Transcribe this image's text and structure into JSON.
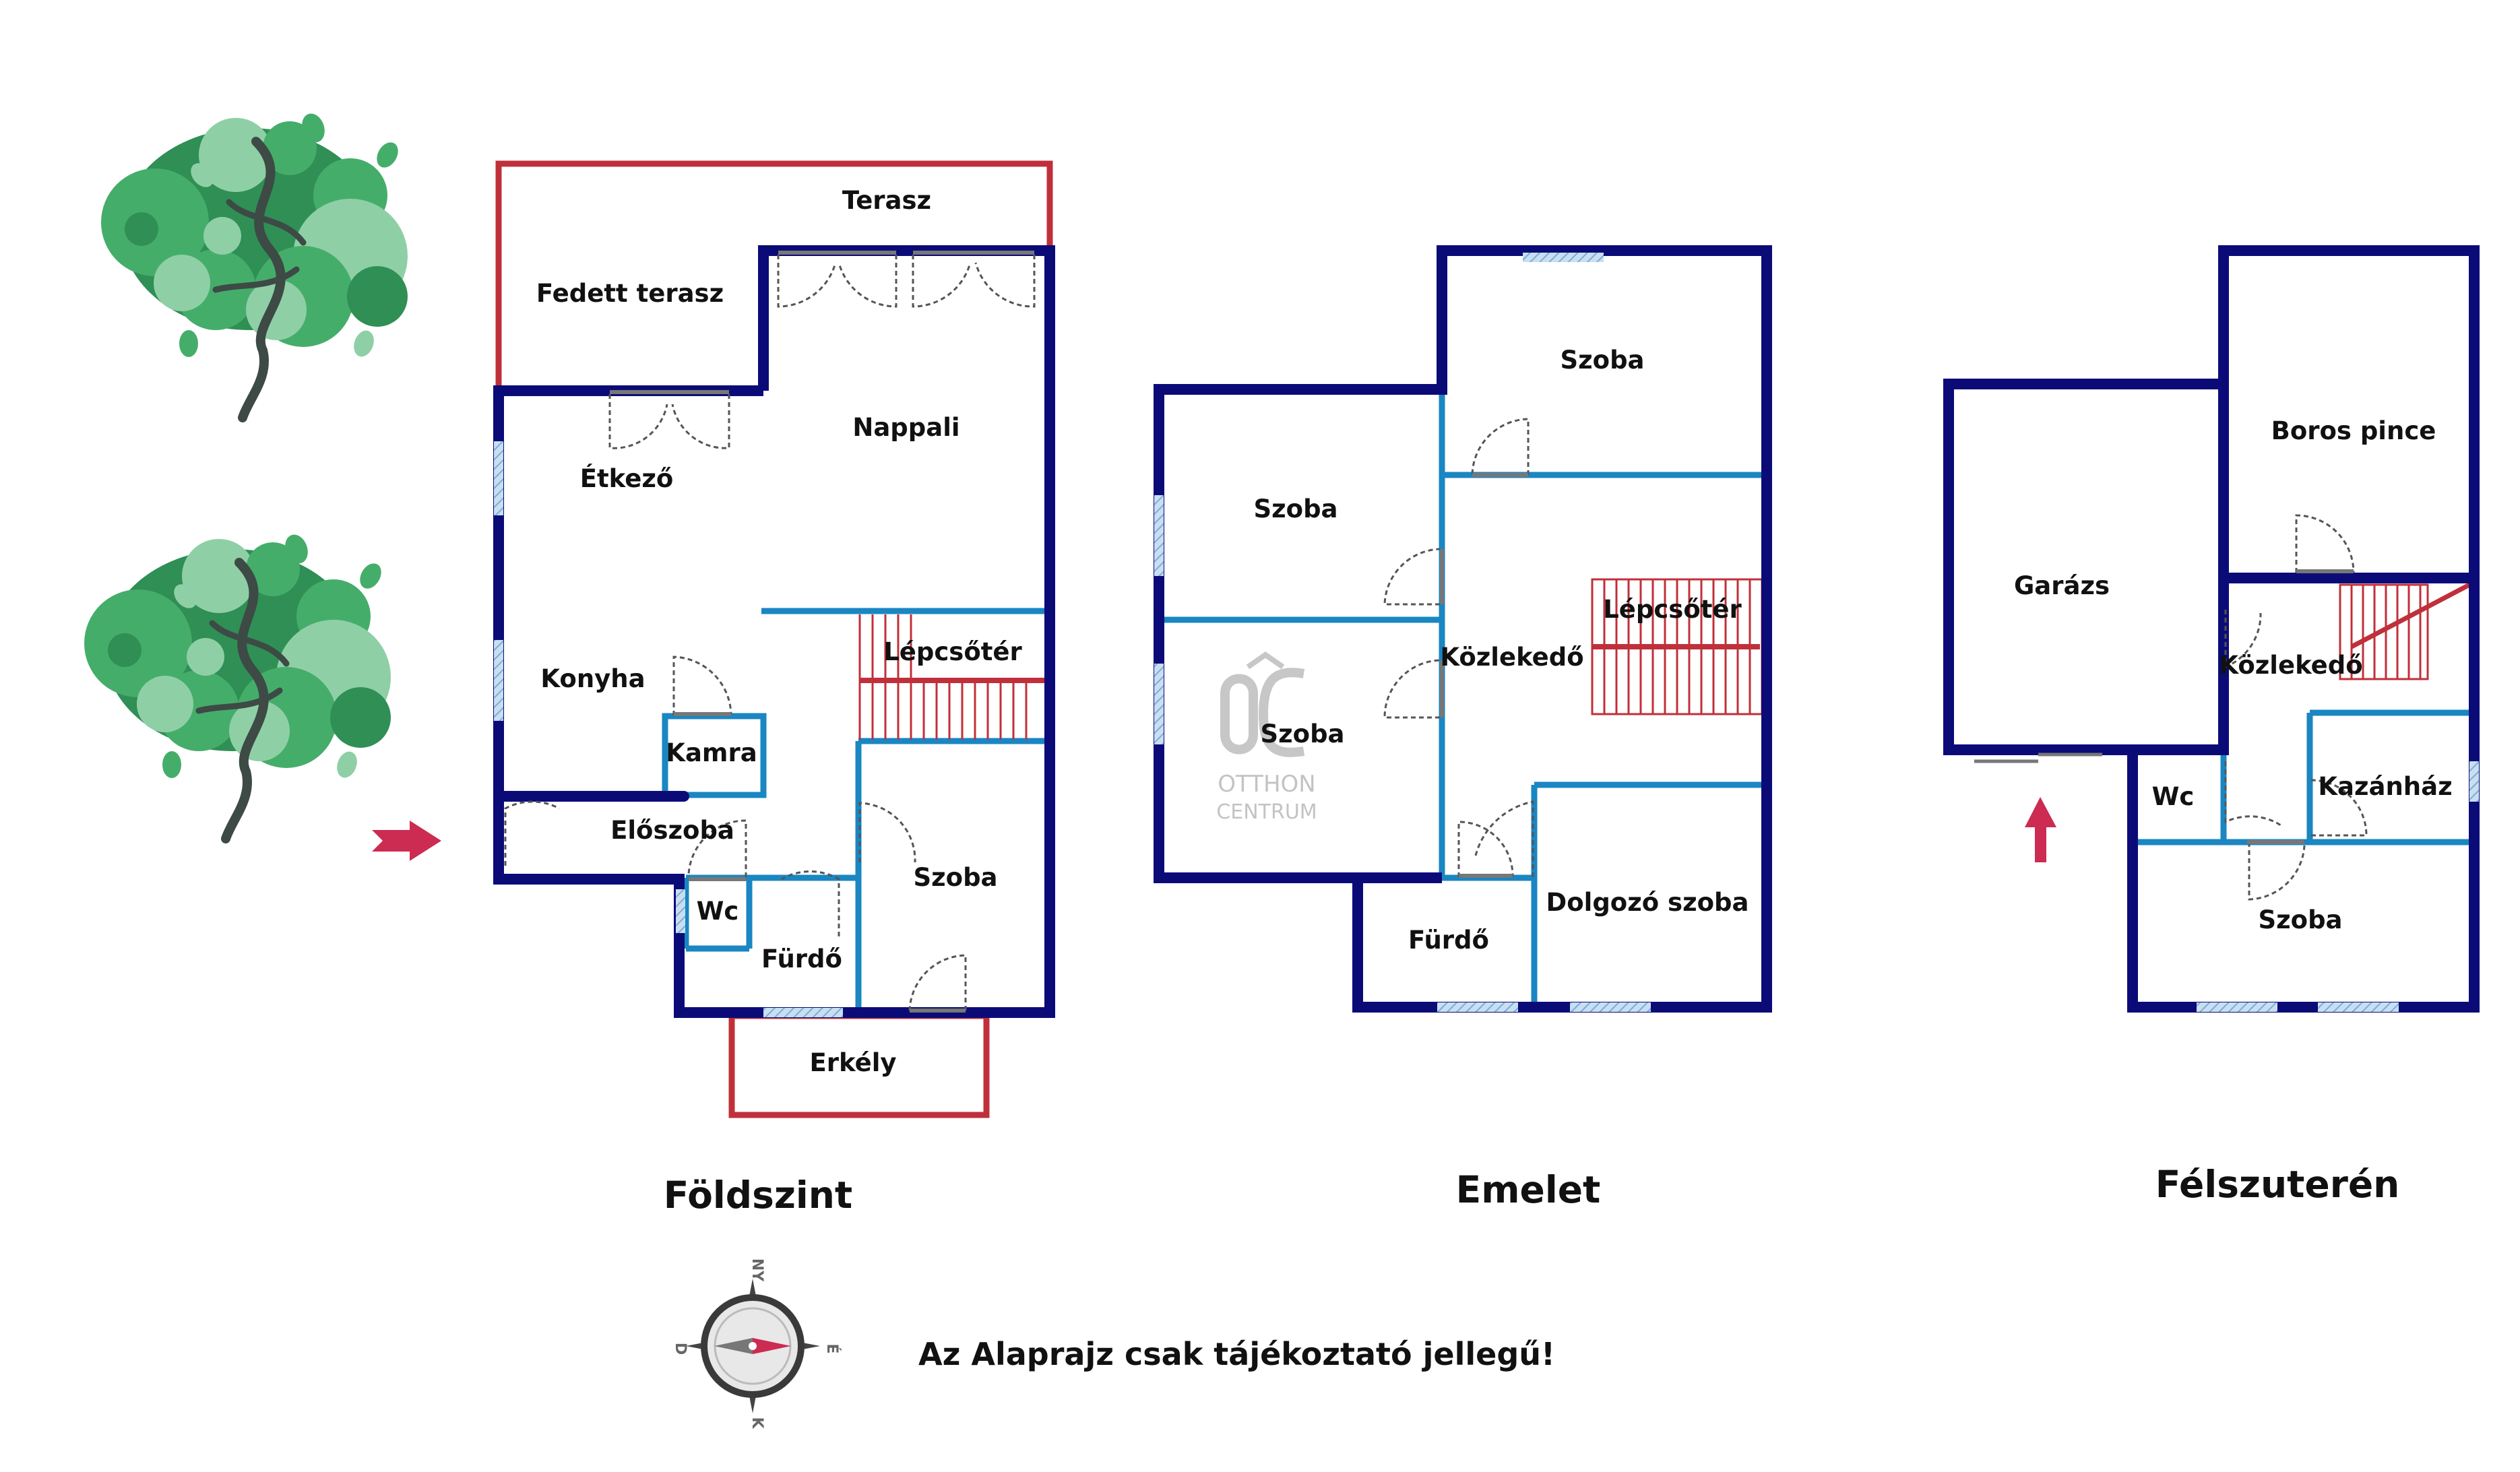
{
  "floors": {
    "ground": {
      "title": "Földszint",
      "rooms": {
        "terasz": "Terasz",
        "fedett_terasz": "Fedett terasz",
        "nappali": "Nappali",
        "etkezo": "Étkező",
        "konyha": "Konyha",
        "lepcsoter": "Lépcsőtér",
        "kamra": "Kamra",
        "eloszoba": "Előszoba",
        "wc": "Wc",
        "furdo": "Fürdő",
        "szoba": "Szoba",
        "erkely": "Erkély"
      }
    },
    "upper": {
      "title": "Emelet",
      "rooms": {
        "szoba_top": "Szoba",
        "szoba_left": "Szoba",
        "szoba_lower": "Szoba",
        "kozlekedo": "Közlekedő",
        "lepcsoter": "Lépcsőtér",
        "furdo": "Fürdő",
        "dolgozo_szoba": "Dolgozó szoba"
      }
    },
    "basement": {
      "title": "Félszuterén",
      "rooms": {
        "garazs": "Garázs",
        "boros_pince": "Boros pince",
        "kozlekedo": "Közlekedő",
        "wc": "Wc",
        "kazanhaz": "Kazánház",
        "szoba": "Szoba"
      }
    }
  },
  "compass": {
    "n": "NY",
    "e": "É",
    "s": "K",
    "w": "D"
  },
  "watermark": {
    "line1": "OTTHON",
    "line2": "CENTRUM"
  },
  "disclaimer": "Az Alaprajz csak tájékoztató jellegű!",
  "colors": {
    "wall": "#0b0b78",
    "inner_wall": "#1a86c2",
    "terrace": "#c0303a",
    "arrow": "#cc2b52",
    "window": "#9ec5e6",
    "tree_dark": "#2e8b57",
    "tree_light": "#8fcfa6"
  },
  "icons": [
    "tree-icon",
    "entrance-arrow-icon",
    "compass-icon",
    "logo-icon"
  ]
}
